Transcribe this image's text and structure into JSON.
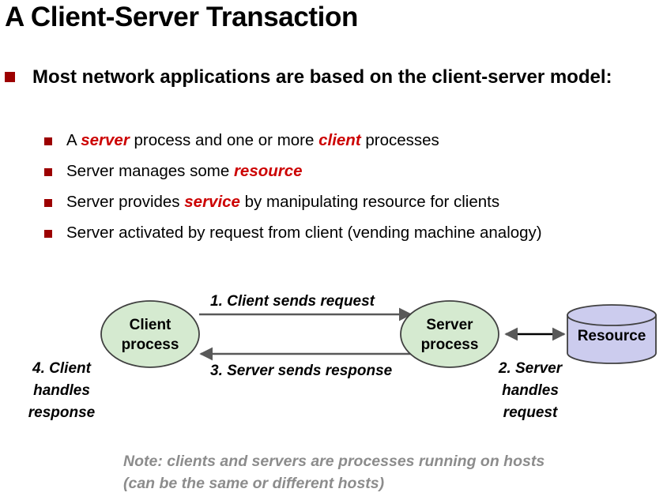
{
  "slide": {
    "title": "A Client-Server Transaction"
  },
  "bullets": {
    "level1": {
      "text": "Most network applications are based on the client-server model:",
      "marker_color": "#9c0000"
    },
    "level2_marker_color": "#9c0000",
    "emphasis_color": "#cc0000",
    "items": [
      {
        "segments": [
          {
            "text": "A ",
            "emphasis": false
          },
          {
            "text": "server",
            "emphasis": true
          },
          {
            "text": " process and one or more ",
            "emphasis": false
          },
          {
            "text": "client",
            "emphasis": true
          },
          {
            "text": " processes",
            "emphasis": false
          }
        ]
      },
      {
        "segments": [
          {
            "text": "Server manages some ",
            "emphasis": false
          },
          {
            "text": "resource",
            "emphasis": true
          }
        ]
      },
      {
        "segments": [
          {
            "text": "Server provides ",
            "emphasis": false
          },
          {
            "text": "service",
            "emphasis": true
          },
          {
            "text": " by manipulating resource for clients",
            "emphasis": false
          }
        ]
      },
      {
        "segments": [
          {
            "text": "Server activated by request from client (vending machine analogy)",
            "emphasis": false
          }
        ]
      }
    ]
  },
  "diagram": {
    "client_node": {
      "line1": "Client",
      "line2": "process",
      "fill": "#d5ead0",
      "stroke": "#404040"
    },
    "server_node": {
      "line1": "Server",
      "line2": "process",
      "fill": "#d5ead0",
      "stroke": "#404040"
    },
    "resource_node": {
      "label": "Resource",
      "fill": "#ccccee",
      "stroke": "#404040"
    },
    "arrows": {
      "request_label": "1. Client sends request",
      "response_label": "3. Server sends response",
      "arrow_color": "#595959"
    },
    "side_notes": {
      "client_handles": [
        "4. Client",
        "handles",
        "response"
      ],
      "server_handles": [
        "2. Server",
        "handles",
        "request"
      ]
    }
  },
  "footnote": {
    "line1": "Note: clients and servers are processes running on hosts",
    "line2": "(can be the same or different hosts)",
    "color": "#8c8c8c"
  }
}
